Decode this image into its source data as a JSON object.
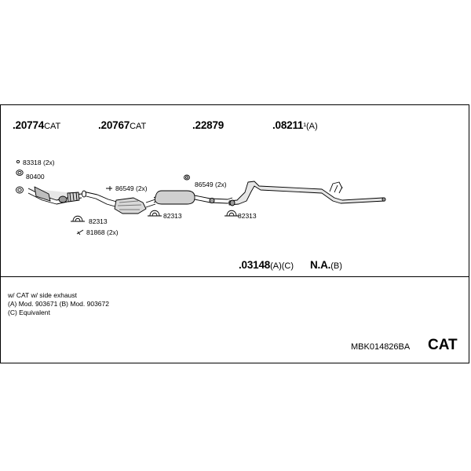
{
  "parts": [
    {
      "number": ".20774",
      "suffix": "CAT"
    },
    {
      "number": ".20767",
      "suffix": "CAT"
    },
    {
      "number": ".22879",
      "suffix": ""
    },
    {
      "number": ".08211",
      "suffix": "¹(A)"
    },
    {
      "number": ".03148",
      "suffix": "(A)(C)"
    },
    {
      "number": "N.A.",
      "suffix": "(B)"
    }
  ],
  "small_parts": [
    {
      "number": "83318 (2x)"
    },
    {
      "number": "80400"
    },
    {
      "number": "86549 (2x)"
    },
    {
      "number": "86549 (2x)"
    },
    {
      "number": "82313"
    },
    {
      "number": "82313"
    },
    {
      "number": "82313"
    },
    {
      "number": "81868 (2x)"
    }
  ],
  "notes": [
    "w/ CAT   w/ side exhaust",
    "(A) Mod. 903671 (B) Mod. 903672",
    "(C) Equivalent"
  ],
  "kit_code": "MBK014826BA",
  "kit_type": "CAT",
  "colors": {
    "line": "#000000",
    "part_fill": "#e6e6e6",
    "part_dark": "#9a9a9a"
  }
}
